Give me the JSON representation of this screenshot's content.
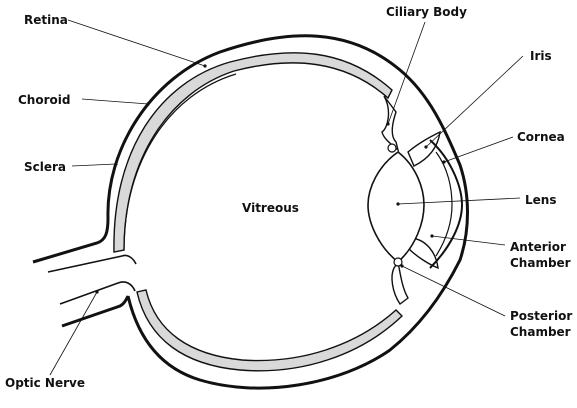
{
  "diagram": {
    "labels": {
      "retina": "Retina",
      "choroid": "Choroid",
      "sclera": "Sclera",
      "optic_nerve": "Optic Nerve",
      "ciliary_body": "Ciliary Body",
      "iris": "Iris",
      "cornea": "Cornea",
      "lens": "Lens",
      "anterior_chamber_1": "Anterior",
      "anterior_chamber_2": "Chamber",
      "posterior_chamber_1": "Posterior",
      "posterior_chamber_2": "Chamber",
      "vitreous": "Vitreous"
    },
    "colors": {
      "stroke": "#111111",
      "choroid_fill": "#d9d9d9",
      "background": "#ffffff"
    }
  }
}
